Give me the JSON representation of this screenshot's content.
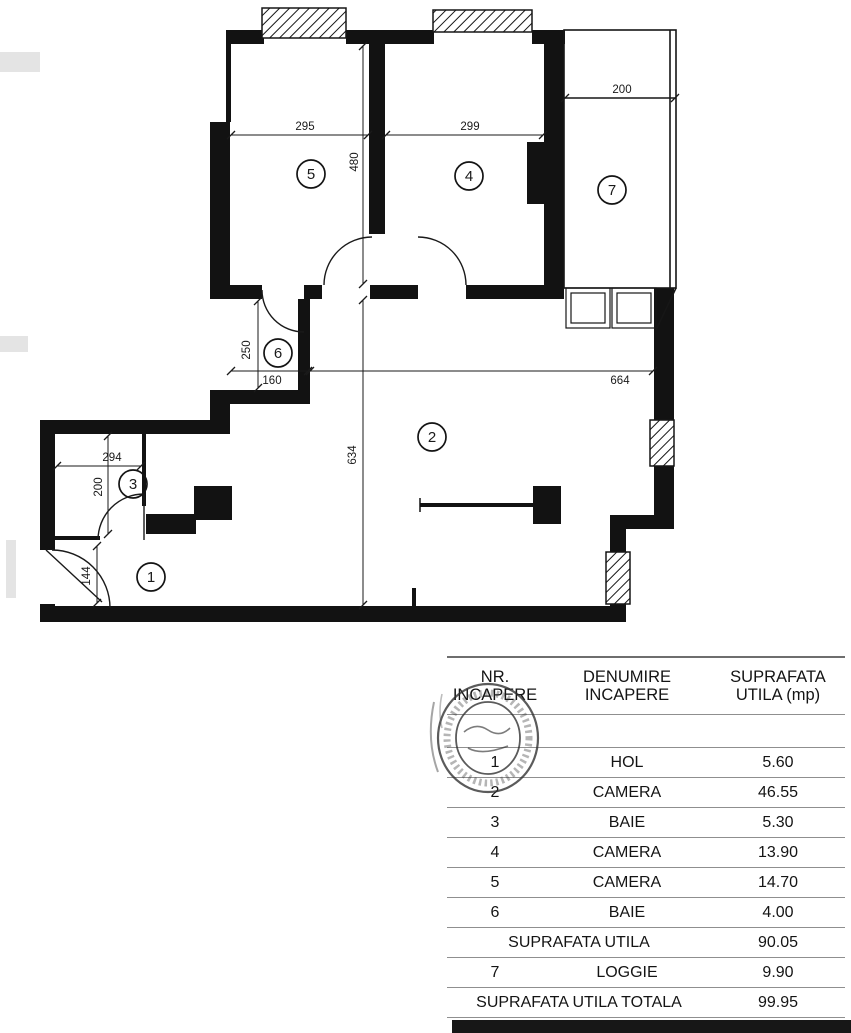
{
  "plan": {
    "room_labels": {
      "r1": "1",
      "r2": "2",
      "r3": "3",
      "r4": "4",
      "r5": "5",
      "r6": "6",
      "r7": "7"
    },
    "dimensions": {
      "d295": "295",
      "d299": "299",
      "d200_top": "200",
      "d480": "480",
      "d250": "250",
      "d160": "160",
      "d664": "664",
      "d634": "634",
      "d294": "294",
      "d200_bath": "200",
      "d144": "144"
    }
  },
  "table": {
    "columns": {
      "c1": {
        "line1": "NR.",
        "line2": "INCAPERE"
      },
      "c2": {
        "line1": "DENUMIRE",
        "line2": "INCAPERE"
      },
      "c3": {
        "line1": "SUPRAFATA",
        "line2": "UTILA (mp)"
      }
    },
    "rows": [
      {
        "nr": "1",
        "name": "HOL",
        "area": "5.60"
      },
      {
        "nr": "2",
        "name": "CAMERA",
        "area": "46.55"
      },
      {
        "nr": "3",
        "name": "BAIE",
        "area": "5.30"
      },
      {
        "nr": "4",
        "name": "CAMERA",
        "area": "13.90"
      },
      {
        "nr": "5",
        "name": "CAMERA",
        "area": "14.70"
      },
      {
        "nr": "6",
        "name": "BAIE",
        "area": "4.00"
      }
    ],
    "subtotal": {
      "label": "SUPRAFATA UTILA",
      "value": "90.05"
    },
    "loggia_row": {
      "nr": "7",
      "name": "LOGGIE",
      "area": "9.90"
    },
    "total": {
      "label": "SUPRAFATA UTILA TOTALA",
      "value": "99.95"
    }
  }
}
